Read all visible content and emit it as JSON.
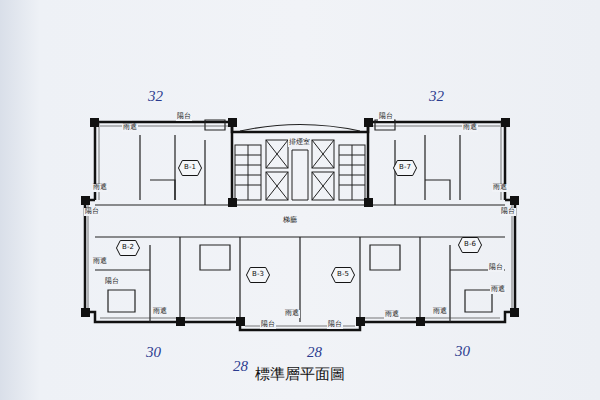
{
  "diagram": {
    "title": "標準層平面圖",
    "nodes": [
      {
        "text": [
          "B-1"
        ]
      },
      {
        "text": [
          "B-7"
        ]
      },
      {
        "text": [
          "B-2"
        ]
      },
      {
        "text": [
          "B-6"
        ]
      },
      {
        "text": [
          "B-3"
        ]
      },
      {
        "text": [
          "B-5"
        ]
      }
    ],
    "labels": [
      "32",
      "32",
      "陽台",
      "陽台",
      "雨遮",
      "雨遮",
      "排煙室",
      "雨遮",
      "雨遮",
      "陽台",
      "梯廳",
      "陽台",
      "雨遮",
      "陽台",
      "陽台",
      "雨遮",
      "雨遮",
      "雨遮",
      "雨遮",
      "雨遮",
      "陽台",
      "陽台",
      "30",
      "28",
      "28",
      "30"
    ]
  }
}
